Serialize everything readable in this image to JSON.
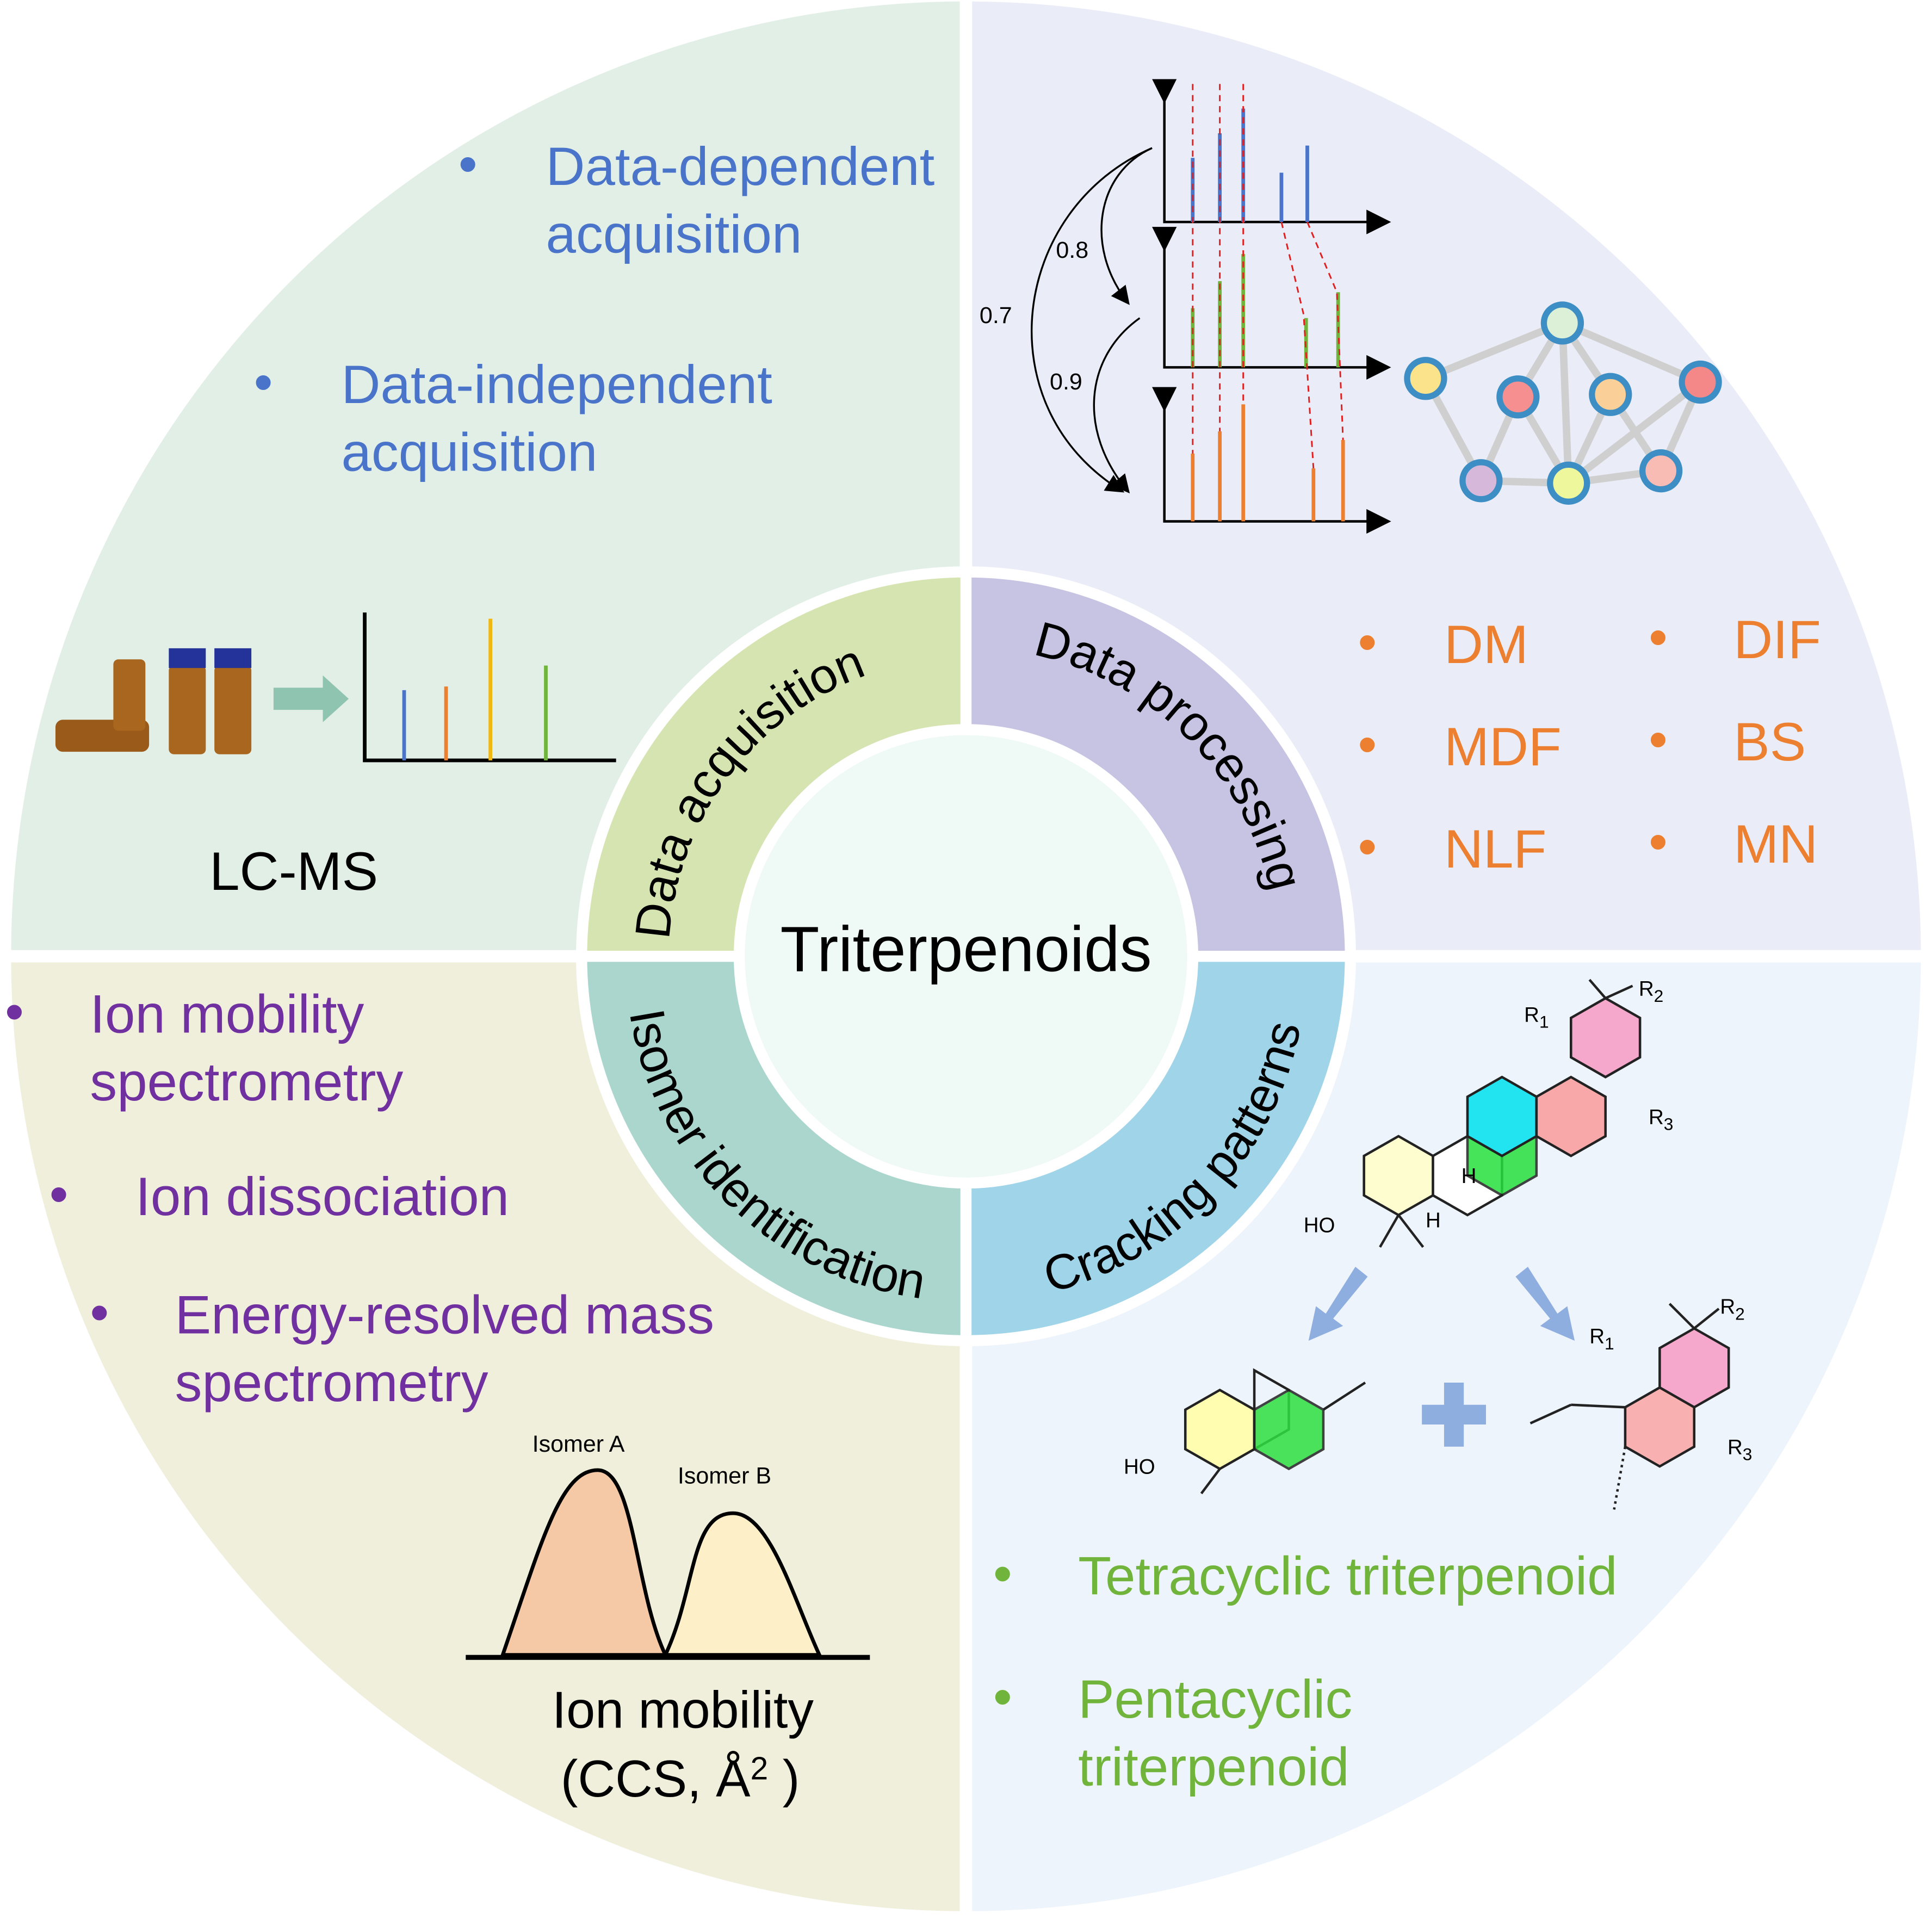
{
  "center_title": "Triterpenoids",
  "ring_labels": {
    "acquisition": "Data acquisition",
    "processing": "Data processing",
    "isomer": "Isomer identification",
    "cracking": "Cracking patterns"
  },
  "acquisition": {
    "bullets": [
      {
        "line1": "Data-dependent",
        "line2": "acquisition"
      },
      {
        "line1": "Data-independent",
        "line2": "acquisition"
      }
    ],
    "instrument_label": "LC-MS"
  },
  "processing": {
    "similarity_scores": [
      "0.8",
      "0.7",
      "0.9"
    ],
    "methods": [
      "DM",
      "DIF",
      "MDF",
      "BS",
      "NLF",
      "MN"
    ]
  },
  "isomer": {
    "bullets": [
      {
        "line1": "Ion mobility",
        "line2": "spectrometry"
      },
      {
        "line1": "Ion dissociation",
        "line2": ""
      },
      {
        "line1": "Energy-resolved mass",
        "line2": "spectrometry"
      }
    ],
    "peak_labels": [
      "Isomer A",
      "Isomer B"
    ],
    "axis_label_line1": "Ion mobility",
    "axis_label_line2": "(CCS, Å",
    "axis_label_sup": "2",
    "axis_label_end": " )"
  },
  "cracking": {
    "structure_labels": {
      "r1": "R",
      "r2": "R",
      "r3": "R",
      "s1": "1",
      "s2": "2",
      "s3": "3",
      "ho": "HO",
      "h": "H"
    },
    "bullets": [
      {
        "line1": "Tetracyclic triterpenoid",
        "line2": ""
      },
      {
        "line1": "Pentacyclic",
        "line2": "triterpenoid"
      }
    ]
  },
  "colors": {
    "q_acquisition": "#e2efe6",
    "q_processing": "#eaedf8",
    "q_isomer": "#f0efdc",
    "q_cracking": "#eef4fc",
    "r_acquisition": "#d6e4b2",
    "r_processing": "#c6c3e3",
    "r_isomer": "#aad6cd",
    "r_cracking": "#9fd4e9",
    "center": "#eff9f5"
  }
}
